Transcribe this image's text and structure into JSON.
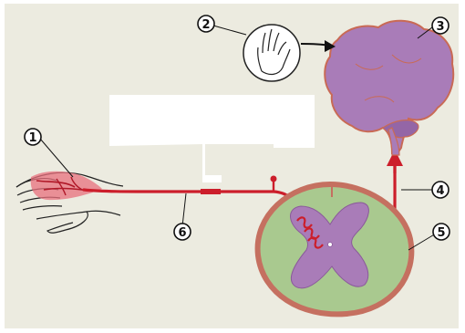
{
  "labels": [
    {
      "id": "marker-1",
      "text": "1",
      "refers_to": "hand-skin-receptor"
    },
    {
      "id": "marker-2",
      "text": "2",
      "refers_to": "touch-sensation"
    },
    {
      "id": "marker-3",
      "text": "3",
      "refers_to": "brain"
    },
    {
      "id": "marker-4",
      "text": "4",
      "refers_to": "ascending-pathway"
    },
    {
      "id": "marker-5",
      "text": "5",
      "refers_to": "spinal-cord"
    },
    {
      "id": "marker-6",
      "text": "6",
      "refers_to": "sensory-nerve"
    }
  ],
  "colors": {
    "background": "#ecebe0",
    "frame": "#ffffff",
    "nerve": "#cc1e2b",
    "brain_fill": "#a97cb8",
    "brain_outline": "#c96a55",
    "white_matter": "#a9c98f",
    "cord_outline": "#c57060",
    "grey_matter": "#a97cb8",
    "skin_highlight": "#e8707e",
    "ink": "#222222"
  },
  "icons": {
    "hand": "hand-outline",
    "raised_hand": "raised-hand-icon",
    "brain": "brain-sagittal",
    "spinal_cord": "spinal-cord-cross-section"
  }
}
